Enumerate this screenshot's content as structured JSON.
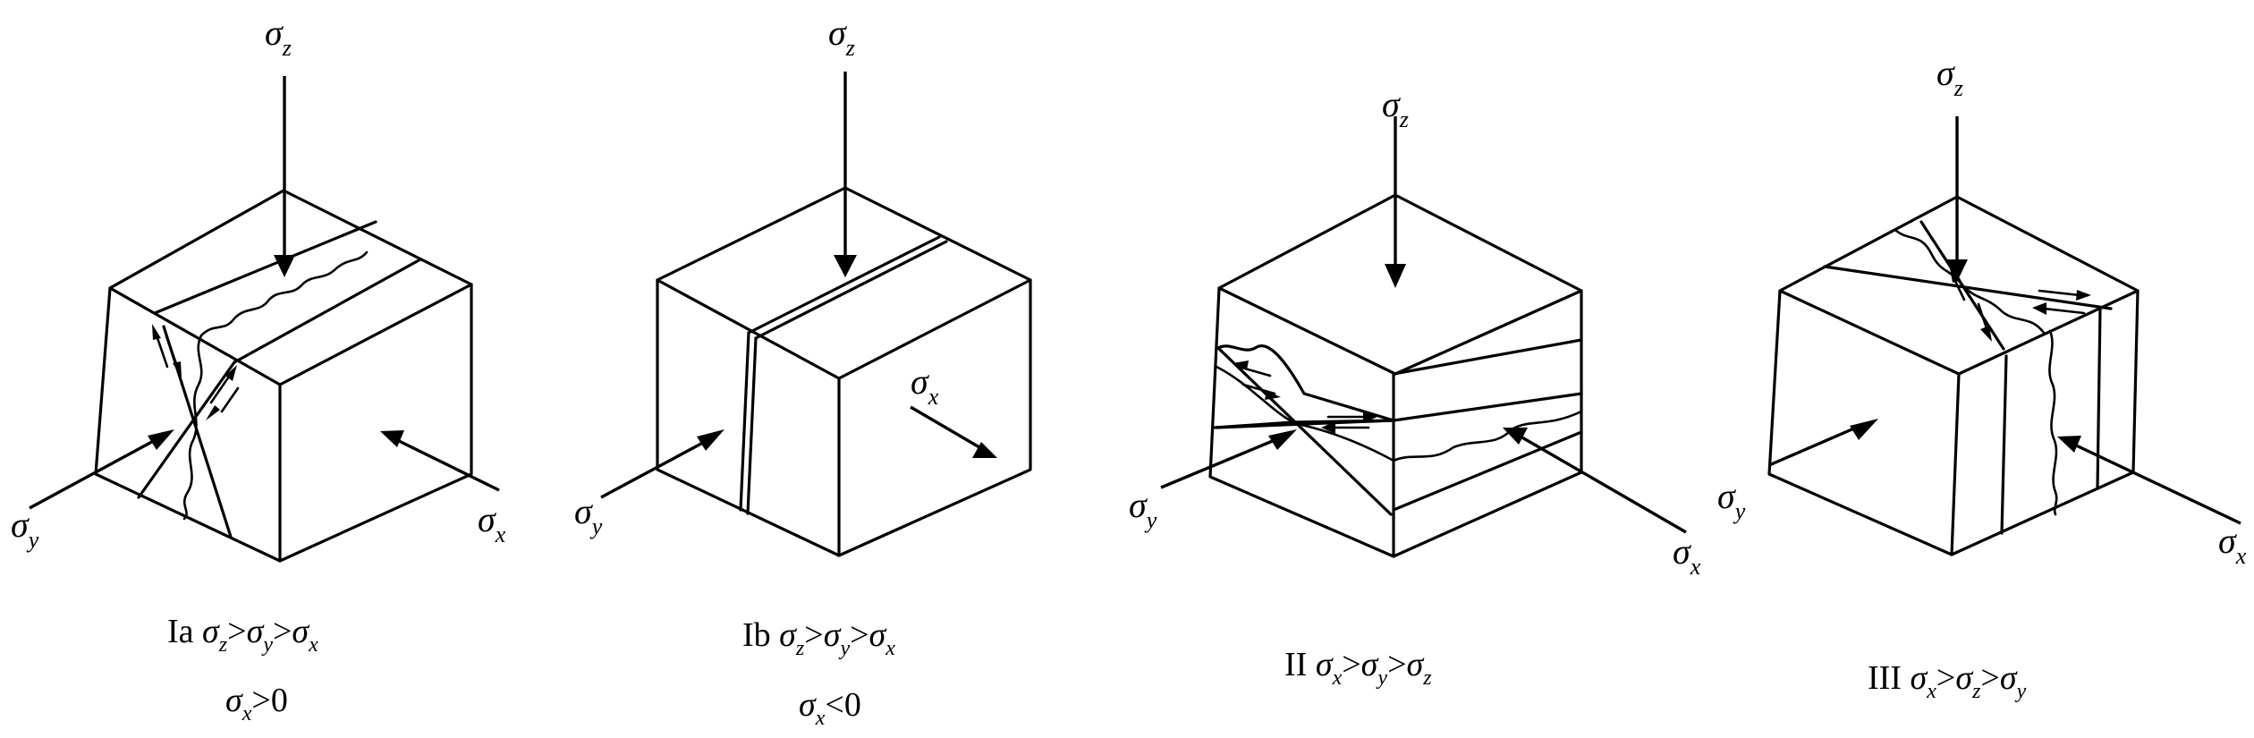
{
  "symbols": {
    "sigma": "σ",
    "z": "z",
    "y": "y",
    "x": "x",
    "gt": ">",
    "lt": "<"
  },
  "panels": [
    {
      "id": "Ia",
      "caption_prefix": "Ia ",
      "order": [
        "z",
        "y",
        "x"
      ],
      "relation": ">",
      "condition_sub": "x",
      "condition_rel": ">",
      "condition_val": "0"
    },
    {
      "id": "Ib",
      "caption_prefix": "Ib ",
      "order": [
        "z",
        "y",
        "x"
      ],
      "relation": ">",
      "condition_sub": "x",
      "condition_rel": "<",
      "condition_val": "0"
    },
    {
      "id": "II",
      "caption_prefix": "II  ",
      "order": [
        "x",
        "y",
        "z"
      ],
      "relation": ">"
    },
    {
      "id": "III",
      "caption_prefix": "III  ",
      "order": [
        "x",
        "z",
        "y"
      ],
      "relation": ">"
    }
  ]
}
